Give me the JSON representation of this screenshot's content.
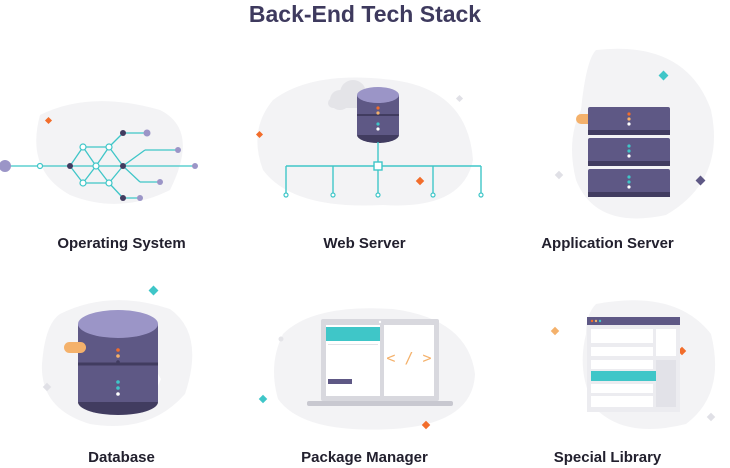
{
  "title": "Back-End Tech Stack",
  "components": [
    {
      "label": "Operating System",
      "icon": "network-node-icon"
    },
    {
      "label": "Web Server",
      "icon": "cloud-server-icon"
    },
    {
      "label": "Application Server",
      "icon": "server-rack-icon"
    },
    {
      "label": "Database",
      "icon": "database-cylinder-icon"
    },
    {
      "label": "Package Manager",
      "icon": "laptop-code-icon"
    },
    {
      "label": "Special Library",
      "icon": "browser-window-icon"
    }
  ],
  "code_symbol": "< / >",
  "colors": {
    "server_purple": "#5e5885",
    "server_dark": "#413c60",
    "server_light": "#9b95c7",
    "teal": "#3fc6c8",
    "orange": "#f26d2b",
    "peach": "#f4b16b",
    "blob_gray": "#f3f3f5",
    "title": "#3e3a5e"
  }
}
